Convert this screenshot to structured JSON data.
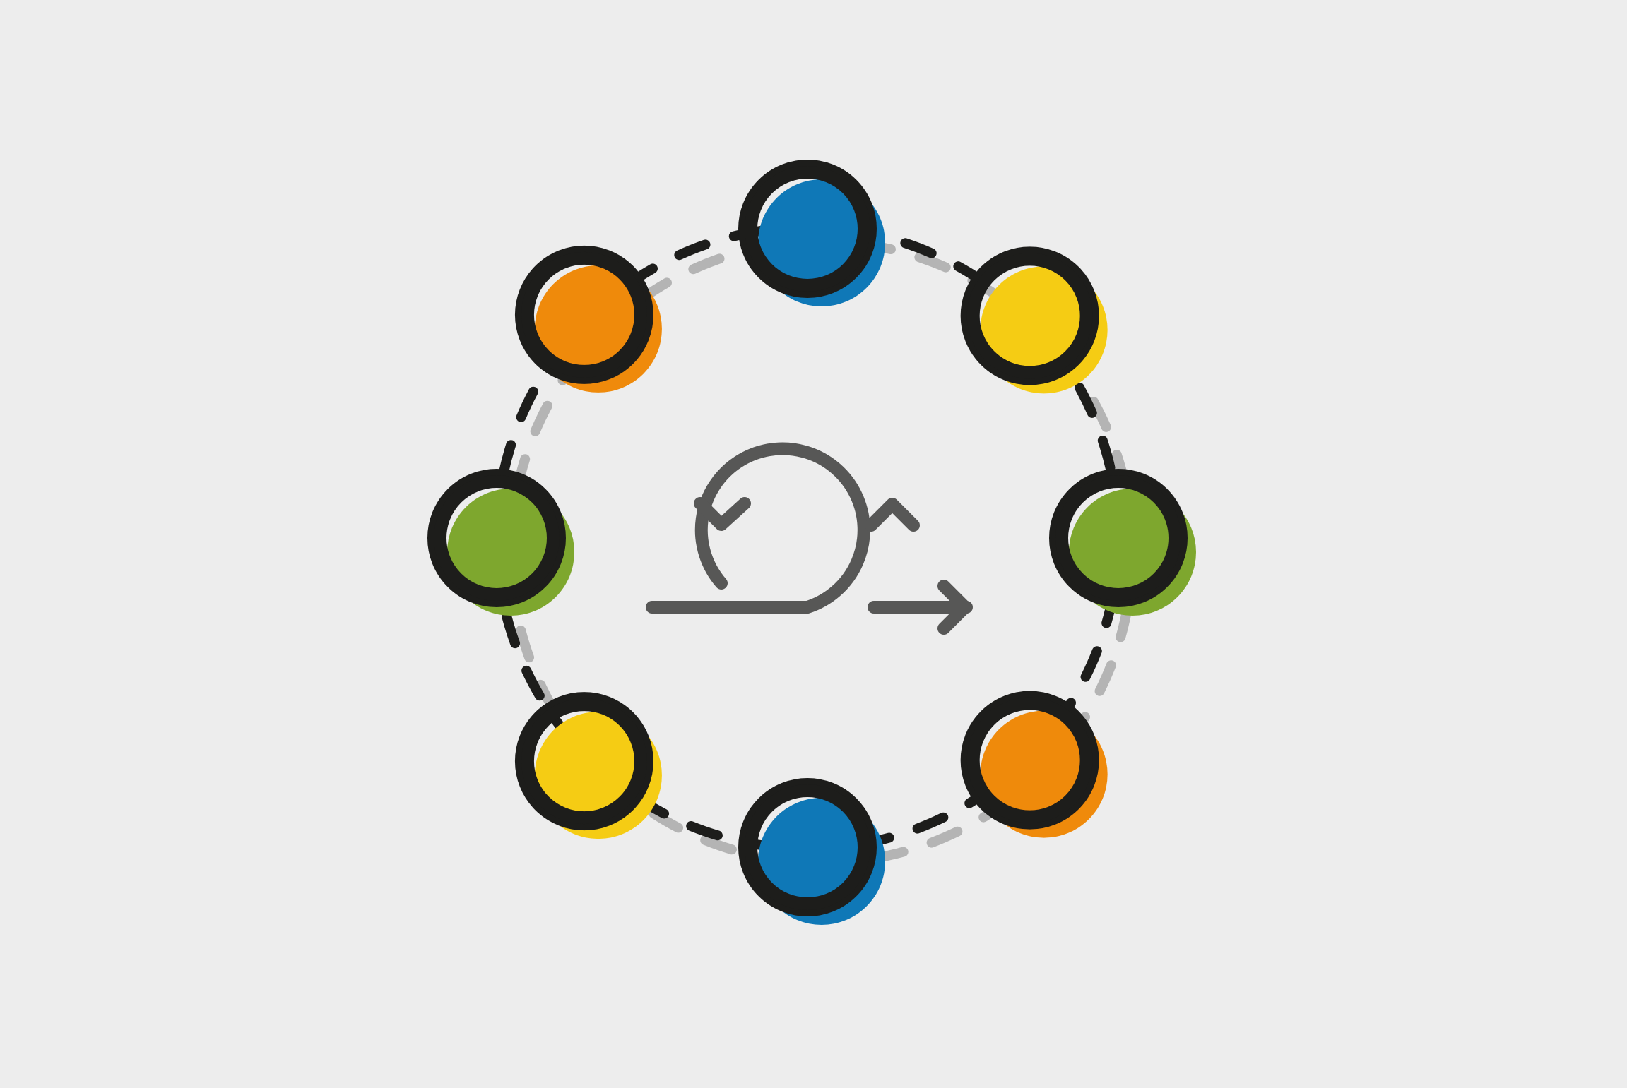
{
  "colors": {
    "background": "#ededed",
    "ring_dark": "#1d1d1b",
    "ring_light": "#b4b4b4",
    "icon_stroke": "#575756"
  },
  "diagram": {
    "center_icon": "agile-iteration-loop-icon",
    "nodes": [
      {
        "name": "node-top",
        "color": "#0f78b7"
      },
      {
        "name": "node-top-right",
        "color": "#f5cc14"
      },
      {
        "name": "node-right",
        "color": "#7ea72e"
      },
      {
        "name": "node-bottom-right",
        "color": "#ef8a0b"
      },
      {
        "name": "node-bottom",
        "color": "#0f78b7"
      },
      {
        "name": "node-bottom-left",
        "color": "#f5cc14"
      },
      {
        "name": "node-left",
        "color": "#7ea72e"
      },
      {
        "name": "node-top-left",
        "color": "#ef8a0b"
      }
    ]
  }
}
